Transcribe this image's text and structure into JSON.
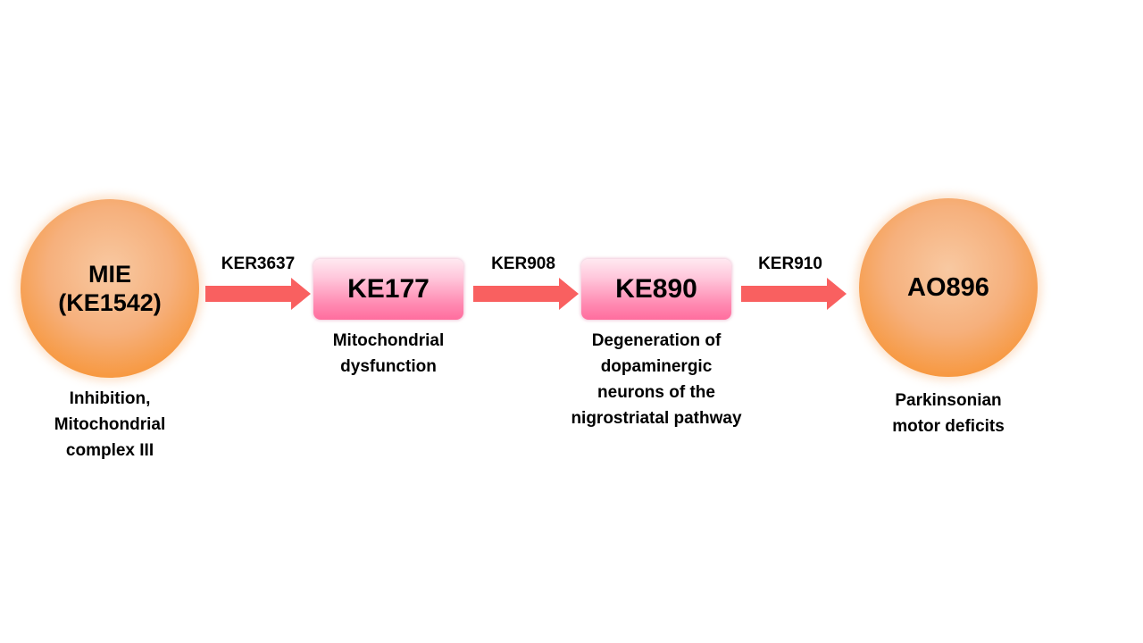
{
  "mie": {
    "title_line1": "MIE",
    "title_line2": "(KE1542)",
    "description": "Inhibition,\nMitochondrial\ncomplex III"
  },
  "ke177": {
    "title": "KE177",
    "description": "Mitochondrial\ndysfunction"
  },
  "ke890": {
    "title": "KE890",
    "description": "Degeneration of\ndopaminergic\nneurons of the\nnigrostriatal pathway"
  },
  "ao896": {
    "title": "AO896",
    "description": "Parkinsonian\nmotor deficits"
  },
  "relationships": [
    {
      "label": "KER3637"
    },
    {
      "label": "KER908"
    },
    {
      "label": "KER910"
    }
  ],
  "colors": {
    "circle": "#f7963a",
    "box": "#ff6d9e",
    "arrow": "#f96060"
  }
}
